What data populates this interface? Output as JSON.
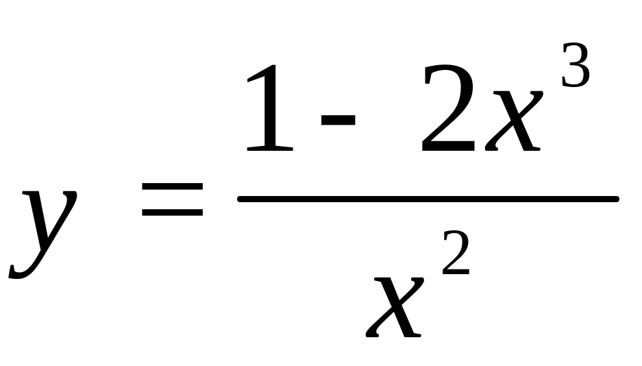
{
  "formula": {
    "lhs": {
      "variable": "y",
      "equals": "="
    },
    "numerator": {
      "one": "1",
      "minus": "-",
      "coefficient": "2",
      "variable": "x",
      "exponent": "3"
    },
    "denominator": {
      "variable": "x",
      "exponent": "2"
    }
  }
}
